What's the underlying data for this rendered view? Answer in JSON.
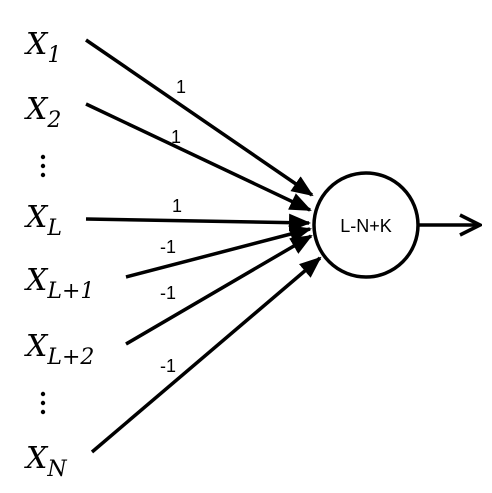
{
  "inputs": [
    {
      "base": "X",
      "sub": "1",
      "weight": "1"
    },
    {
      "base": "X",
      "sub": "2",
      "weight": "1"
    },
    {
      "base": "X",
      "sub": "L",
      "weight": "1"
    },
    {
      "base": "X",
      "sub": "L+1",
      "weight": "-1"
    },
    {
      "base": "X",
      "sub": "L+2",
      "weight": "-1"
    },
    {
      "base": "X",
      "sub": "N",
      "weight": "-1"
    }
  ],
  "node": {
    "label": "L-N+K"
  },
  "colors": {
    "stroke": "#000000",
    "background": "#ffffff"
  }
}
